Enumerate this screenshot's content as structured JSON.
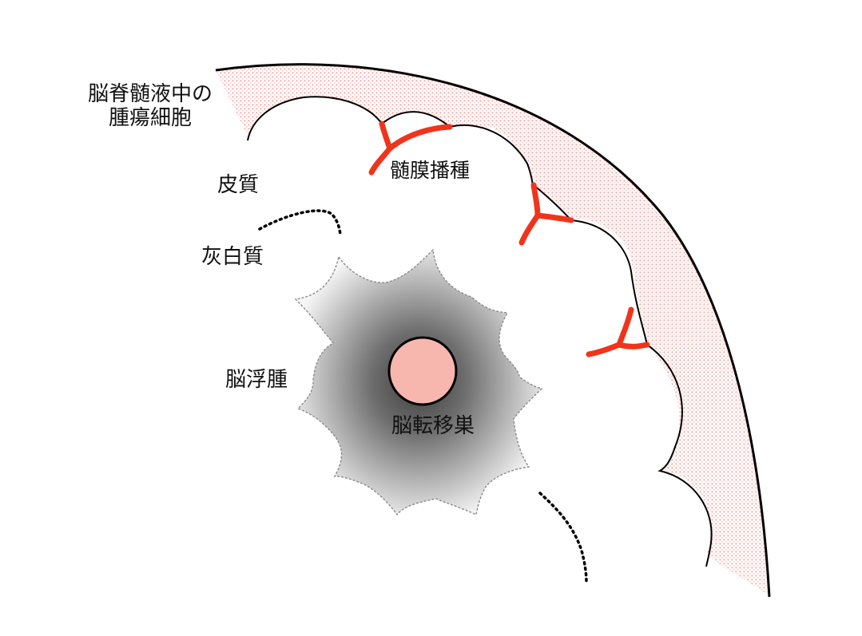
{
  "labels": {
    "csf_tumor_cells_line1": "脳脊髄液中の",
    "csf_tumor_cells_line2": "腫瘍細胞",
    "cortex": "皮質",
    "white_matter": "灰白質",
    "meningeal_dissemination": "髄膜播種",
    "brain_edema": "脳浮腫",
    "brain_metastasis": "脳転移巣"
  },
  "colors": {
    "csf_space_dots": "#f3a9a4",
    "meningeal_marks": "#f0341c",
    "metastasis_fill": "#f7b7ae",
    "outline": "#000000",
    "edema_dark": "#3c3c3c",
    "edema_light": "#f7f7f7"
  }
}
